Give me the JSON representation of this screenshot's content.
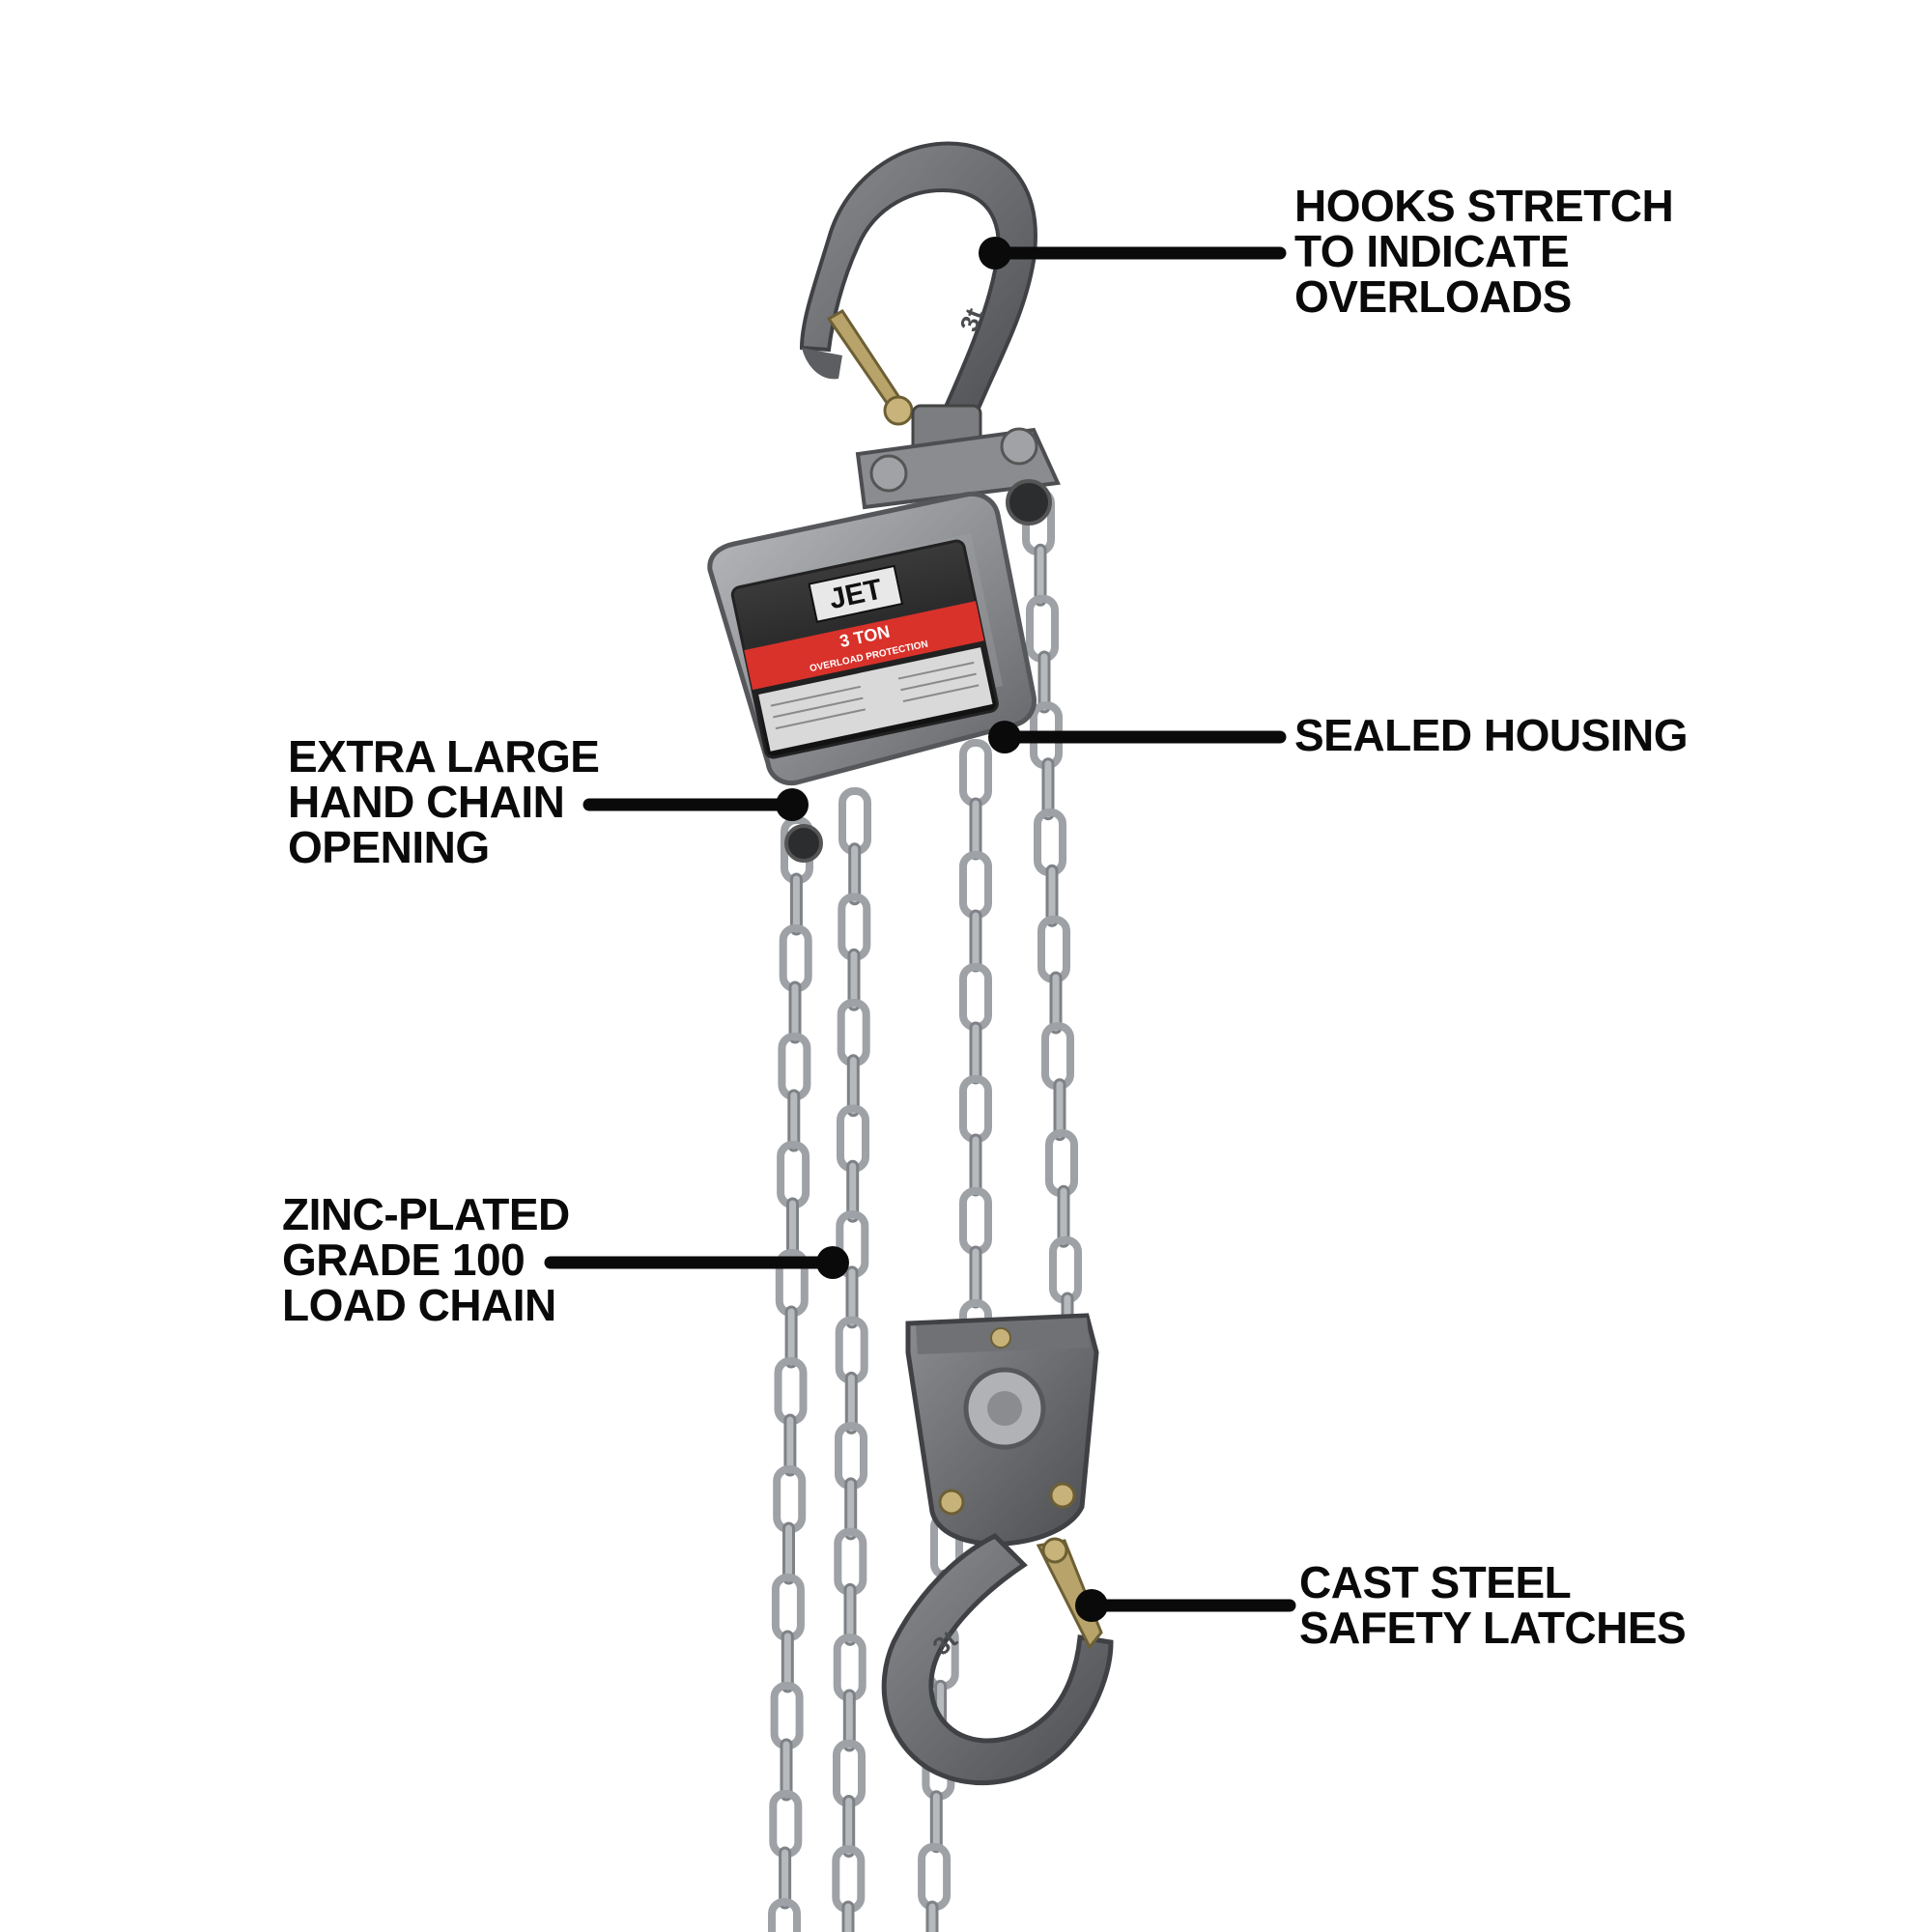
{
  "product": {
    "brand": "JET",
    "capacity": "3 TON",
    "feature": "OVERLOAD PROTECTION",
    "hook_marking": "3t"
  },
  "callouts": [
    {
      "id": "hooks",
      "lines": [
        "HOOKS STRETCH",
        "TO INDICATE",
        "OVERLOADS"
      ]
    },
    {
      "id": "housing",
      "lines": [
        "SEALED HOUSING"
      ]
    },
    {
      "id": "hand-chain",
      "lines": [
        "EXTRA LARGE",
        "HAND CHAIN",
        "OPENING"
      ]
    },
    {
      "id": "load-chain",
      "lines": [
        "ZINC-PLATED",
        "GRADE 100",
        "LOAD CHAIN"
      ]
    },
    {
      "id": "latches",
      "lines": [
        "CAST STEEL",
        "SAFETY LATCHES"
      ]
    }
  ],
  "colors": {
    "text": "#0a0a0a",
    "leader": "#0a0a0a",
    "plate_red": "#d8322b",
    "plate_black": "#1a1a1a",
    "housing": "#9a9c9f",
    "hook": "#6e7073",
    "latch": "#b8a36a"
  }
}
